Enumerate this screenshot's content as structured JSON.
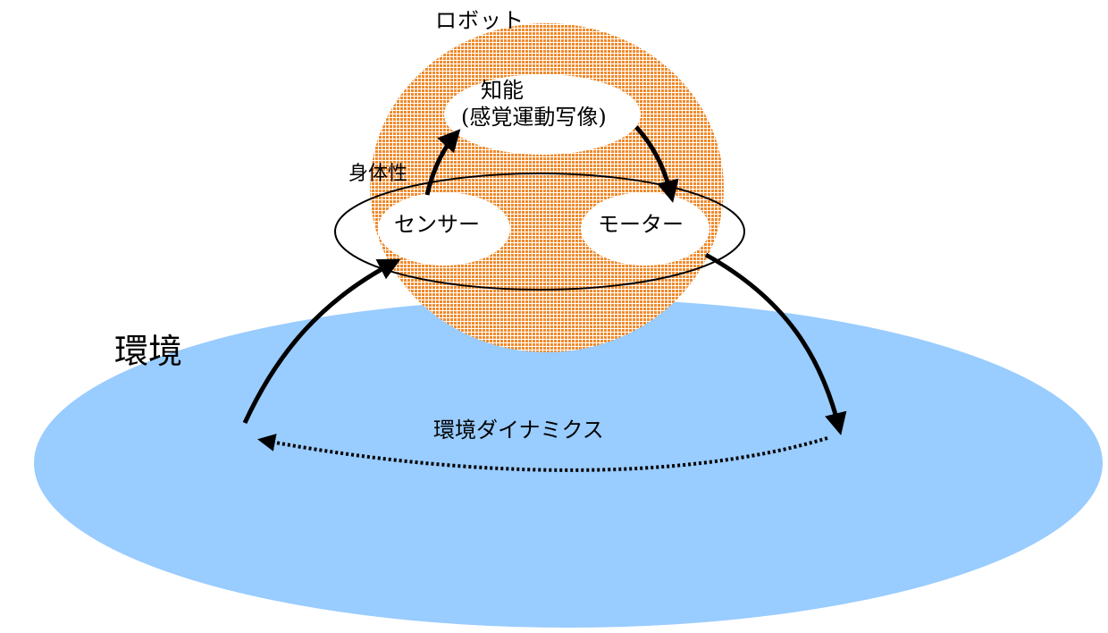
{
  "labels": {
    "robot": "ロボット",
    "intelligence_line1": "知能",
    "intelligence_line2": "(感覚運動写像)",
    "embodiment": "身体性",
    "sensor": "センサー",
    "motor": "モーター",
    "environment": "環境",
    "environment_dynamics": "環境ダイナミクス"
  },
  "colors": {
    "robot_body": "#f08a2c",
    "environment": "#99ccff",
    "ellipse_fill": "#ffffff",
    "stroke": "#000000"
  }
}
